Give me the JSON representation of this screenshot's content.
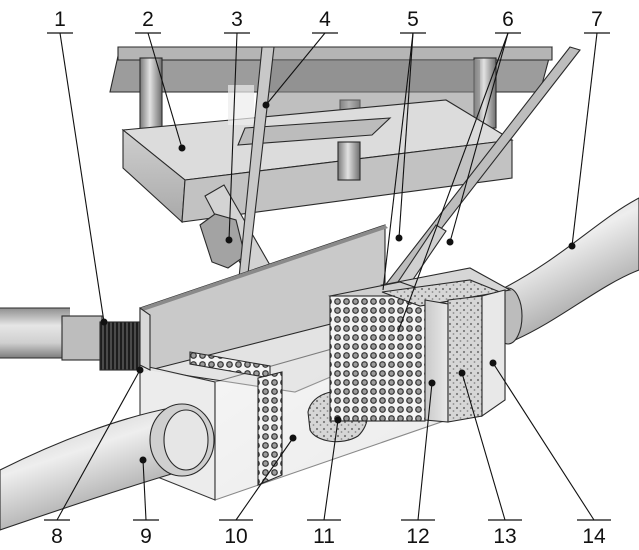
{
  "callouts": {
    "top": [
      "1",
      "2",
      "3",
      "4",
      "5",
      "6",
      "7"
    ],
    "bottom": [
      "8",
      "9",
      "10",
      "11",
      "12",
      "13",
      "14"
    ]
  }
}
